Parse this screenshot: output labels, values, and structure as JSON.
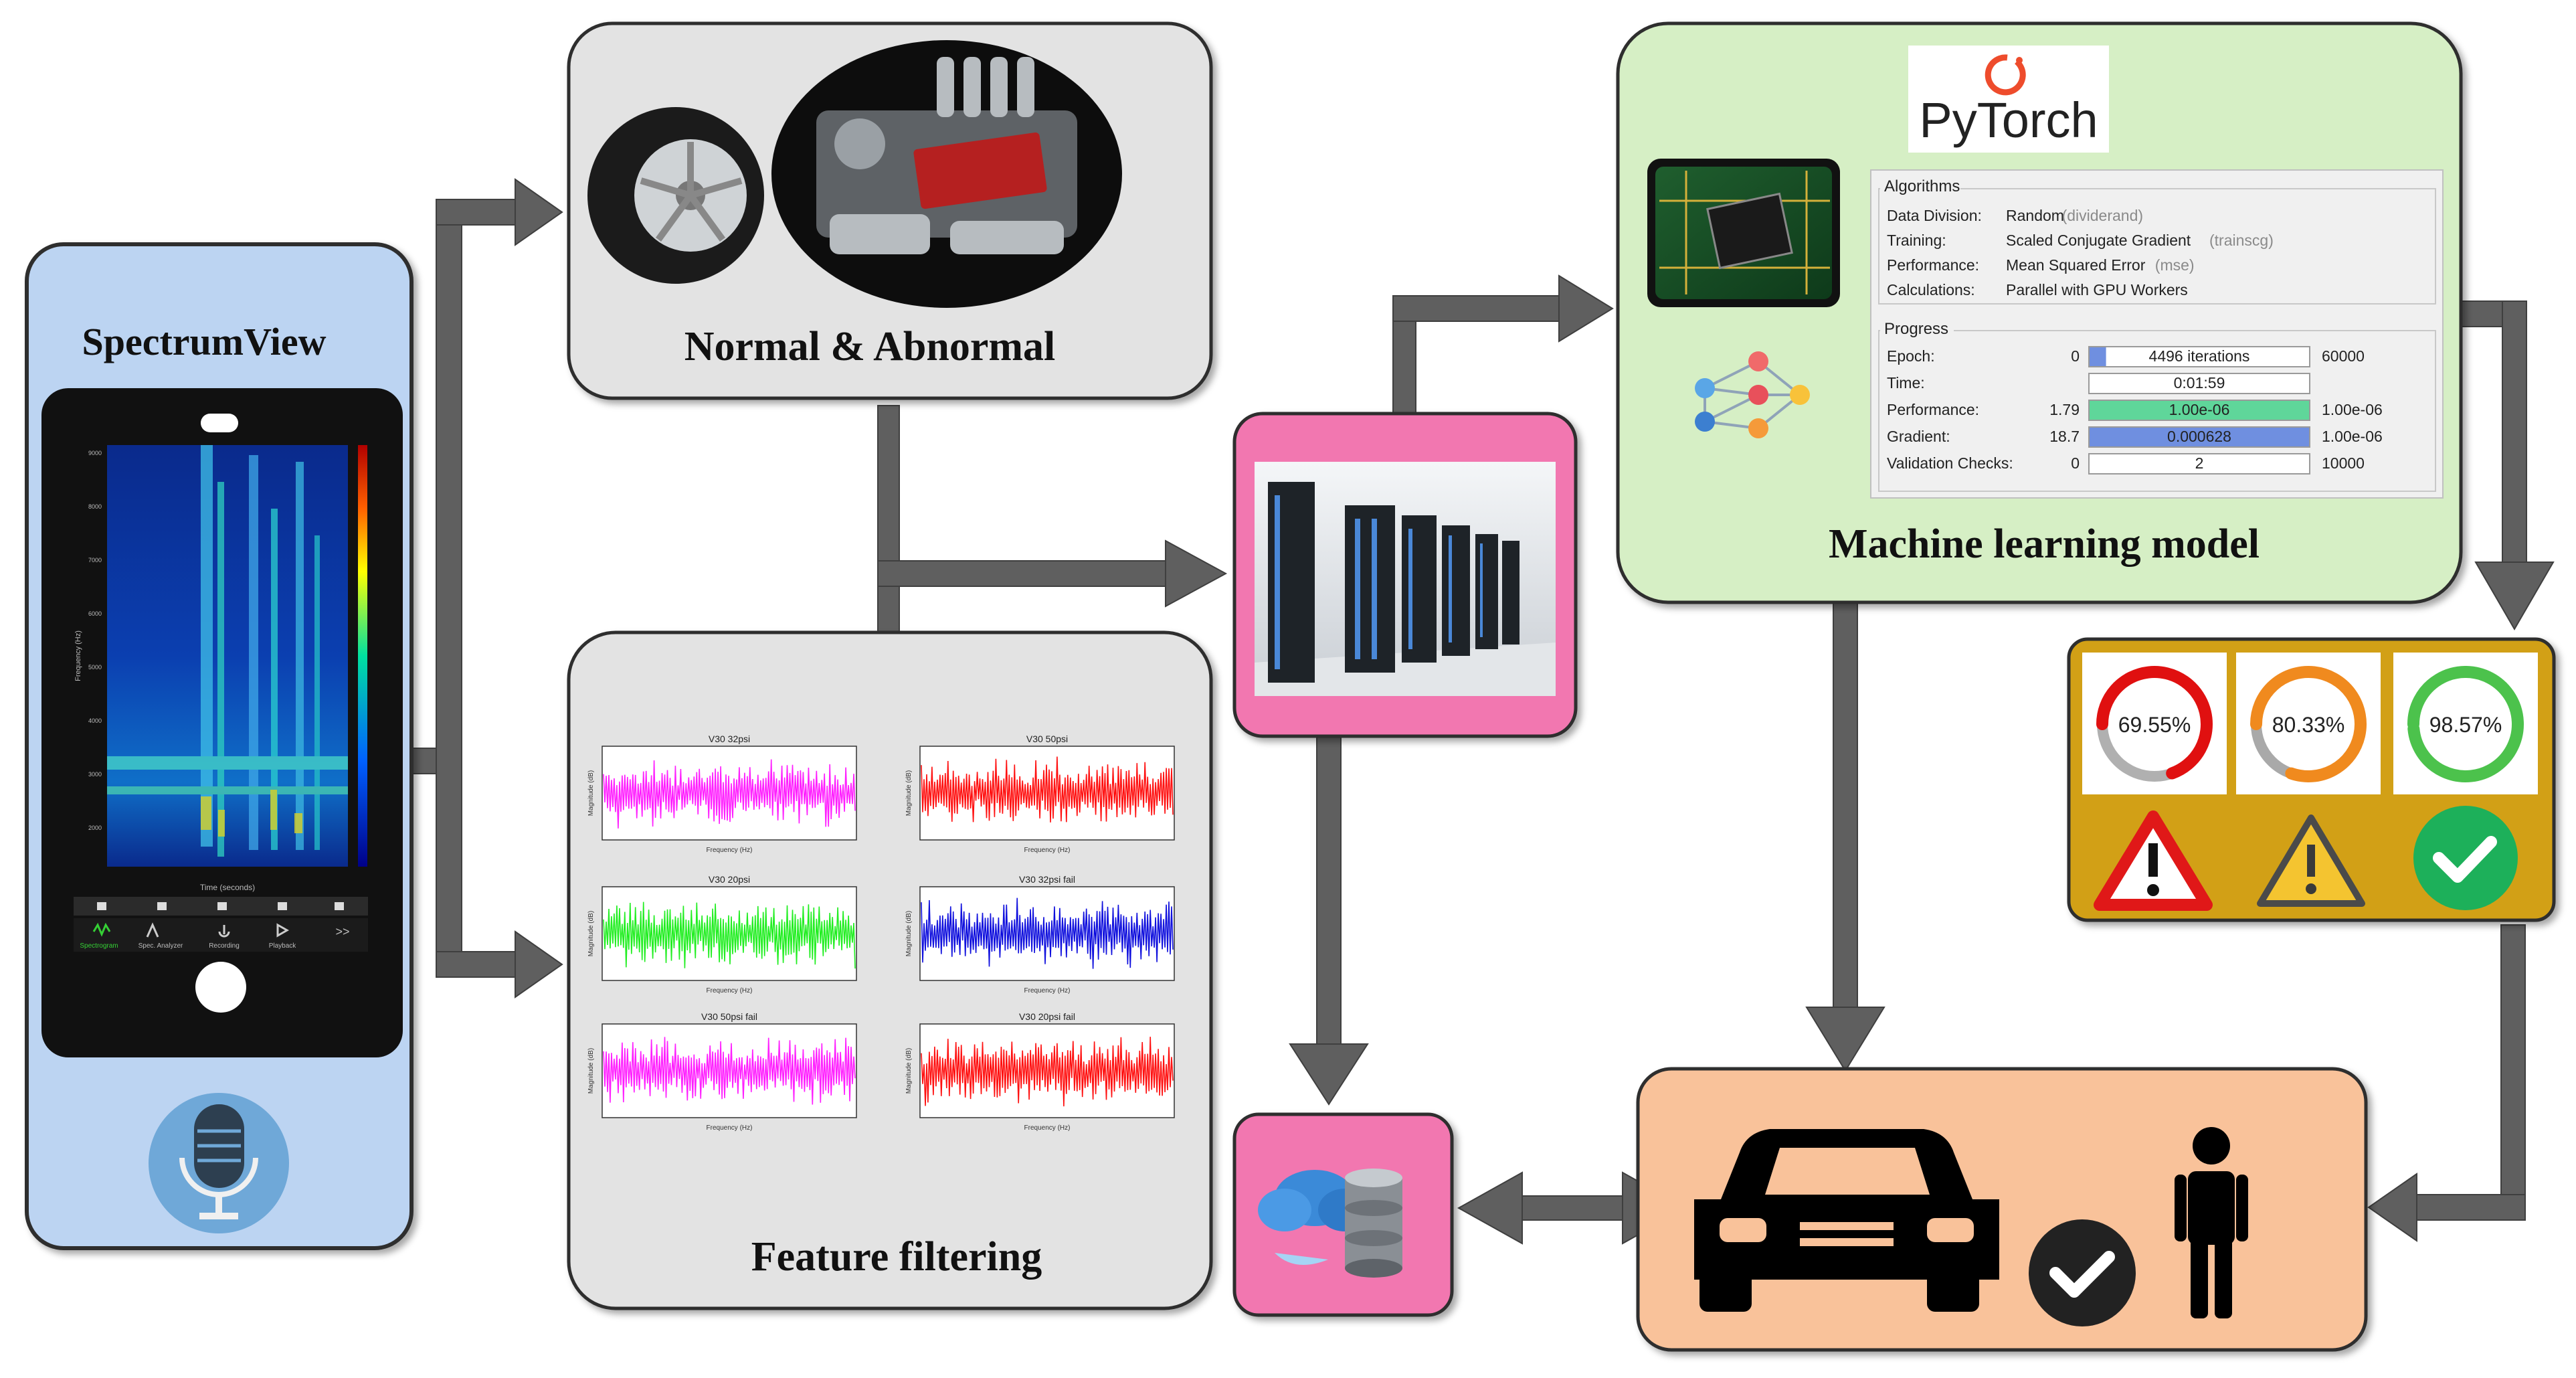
{
  "phone": {
    "title": "SpectrumView",
    "x_axis_label": "Time (seconds)",
    "y_axis_label": "Frequency (Hz)",
    "tabs": [
      "Spectrogram",
      "Spec. Analyzer",
      "Recording",
      "Playback",
      ">>"
    ]
  },
  "normal_box": {
    "label": "Normal & Abnormal"
  },
  "feature_box": {
    "label": "Feature filtering",
    "plot_titles": [
      "V30 32psi",
      "V30 50psi",
      "V30 20psi",
      "V30 32psi fail",
      "V30 50psi fail",
      "V30 20psi fail"
    ],
    "plot_colors": [
      "#ff1fff",
      "#ff1010",
      "#22ee22",
      "#1010dd",
      "#ff1fff",
      "#ff1010"
    ],
    "x_label": "Frequency (Hz)",
    "y_label": "Magnitude (dB)"
  },
  "ml_box": {
    "label": "Machine learning model",
    "logo_text": "PyTorch",
    "algorithms": {
      "heading": "Algorithms",
      "rows": [
        {
          "key": "Data Division:",
          "value": "Random",
          "note": "(dividerand)"
        },
        {
          "key": "Training:",
          "value": "Scaled Conjugate Gradient",
          "note": "(trainscg)"
        },
        {
          "key": "Performance:",
          "value": "Mean Squared Error",
          "note": "(mse)"
        },
        {
          "key": "Calculations:",
          "value": "Parallel with GPU Workers",
          "note": ""
        }
      ]
    },
    "progress": {
      "heading": "Progress",
      "rows": [
        {
          "key": "Epoch:",
          "start": "0",
          "bar": "4496 iterations",
          "end": "60000",
          "fill": 0.075,
          "color": "#6f8fe0"
        },
        {
          "key": "Time:",
          "start": "",
          "bar": "0:01:59",
          "end": "",
          "fill": 0,
          "color": "#ffffff"
        },
        {
          "key": "Performance:",
          "start": "1.79",
          "bar": "1.00e-06",
          "end": "1.00e-06",
          "fill": 1.0,
          "color": "#5fd69a"
        },
        {
          "key": "Gradient:",
          "start": "18.7",
          "bar": "0.000628",
          "end": "1.00e-06",
          "fill": 1.0,
          "color": "#6f8fe0"
        },
        {
          "key": "Validation Checks:",
          "start": "0",
          "bar": "2",
          "end": "10000",
          "fill": 0,
          "color": "#ffffff"
        }
      ]
    }
  },
  "results": {
    "gauges": [
      {
        "label": "69.55%",
        "value": 69.55,
        "color": "#e01010",
        "track": "#b0b0b0"
      },
      {
        "label": "80.33%",
        "value": 80.33,
        "color": "#f08a1e",
        "track": "#a9a9a9"
      },
      {
        "label": "98.57%",
        "value": 98.57,
        "color": "#4cc24c",
        "track": "#c8c8c8"
      }
    ],
    "status_icons": [
      "warning-red-icon",
      "warning-yellow-icon",
      "check-green-icon"
    ]
  },
  "vehicle_box": {
    "icons": [
      "car-icon",
      "check-circle-icon",
      "person-icon"
    ]
  },
  "colors": {
    "box_gray": "#e3e3e3",
    "box_green": "#d6efc5",
    "box_pink": "#f277b0",
    "box_peach": "#f9c29a",
    "box_blue": "#bcd4f2",
    "arrow": "#5f5f5f",
    "results_bg": "#d2a012"
  }
}
